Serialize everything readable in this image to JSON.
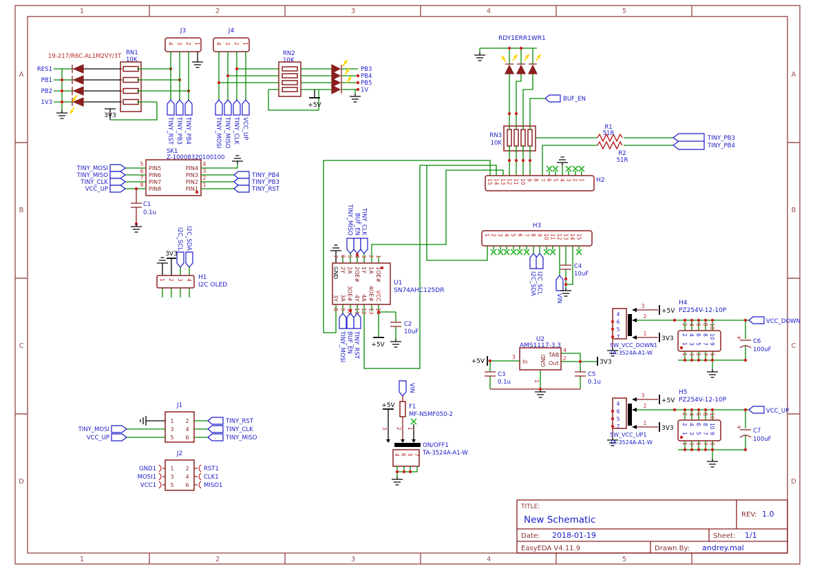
{
  "border": {
    "columns": [
      "1",
      "2",
      "3",
      "4",
      "5"
    ],
    "rows": [
      "A",
      "B",
      "C",
      "D"
    ]
  },
  "title_block": {
    "title_label": "TITLE:",
    "title": "New Schematic",
    "rev_label": "REV:",
    "rev": "1.0",
    "date_label": "Date:",
    "date": "2018-01-19",
    "sheet_label": "Sheet:",
    "sheet": "1/1",
    "software": "EasyEDA V4.11.9",
    "drawn_by_label": "Drawn By:",
    "drawn_by": "andrey.mal"
  },
  "left_leds": {
    "part": "19-217/R6C-AL1M2VY/3T",
    "rn1_ref": "RN1",
    "rn1_val": "10K",
    "nets": [
      "RES1",
      "PB1",
      "PB2",
      "1V3"
    ],
    "rail": "3V3"
  },
  "j3": {
    "ref": "J3",
    "pins": [
      "4",
      "3",
      "2",
      "1"
    ],
    "nets": [
      "TINY_RST",
      "TINY_PB3",
      "TINY_PB4"
    ]
  },
  "j4": {
    "ref": "J4",
    "pins": [
      "4",
      "3",
      "2",
      "1"
    ],
    "nets": [
      "TINY_MOSI",
      "TINY_MISO",
      "TINY_CLK",
      "VCC_UP"
    ]
  },
  "rn2": {
    "ref": "RN2",
    "val": "10K",
    "rail": "+5V",
    "nets": [
      "PB3",
      "PB4",
      "PB5",
      "1V"
    ]
  },
  "sk1": {
    "ref": "SK1",
    "val": "Z-10008320100100",
    "left_nums": [
      "5",
      "6",
      "7",
      "8"
    ],
    "left_names": [
      "PIN5",
      "PIN6",
      "PIN7",
      "PIN8"
    ],
    "right_nums": [
      "4",
      "3",
      "2",
      "1"
    ],
    "right_names": [
      "PIN4",
      "PIN3",
      "PIN2",
      "PIN1"
    ],
    "left_nets": [
      "TINY_MOSI",
      "TINY_MISO",
      "TINY_CLK",
      "VCC_UP"
    ],
    "right_nets": [
      "TINY_PB4",
      "TINY_PB3",
      "TINY_RST"
    ]
  },
  "c1": {
    "ref": "C1",
    "val": "0.1u"
  },
  "h1": {
    "ref": "H1",
    "val": "I2C OLED",
    "pins": [
      "1",
      "2",
      "3",
      "4"
    ],
    "rail": "3V3",
    "nets": [
      "I2C_SCL",
      "I2C_SDA"
    ]
  },
  "right_leds": {
    "label": "RDY1ERR1WR1",
    "rn3_ref": "RN3",
    "rn3_val": "10K",
    "buf_en": "BUF_EN",
    "r1_ref": "R1",
    "r1_val": "51R",
    "r2_ref": "R2",
    "r2_val": "51R",
    "nets": [
      "TINY_PB3",
      "TINY_PB4"
    ]
  },
  "h2": {
    "ref": "H2",
    "pins": [
      "15",
      "14",
      "13",
      "12",
      "11",
      "10",
      "9",
      "8",
      "7",
      "6",
      "5",
      "4",
      "3",
      "2",
      "1"
    ]
  },
  "h3": {
    "ref": "H3",
    "pins": [
      "1",
      "2",
      "3",
      "4",
      "5",
      "6",
      "7",
      "8",
      "9",
      "10",
      "11",
      "12",
      "13",
      "14",
      "15"
    ],
    "nets": [
      "I2C_SDA",
      "I2C_SCL"
    ],
    "vin": "VIN",
    "c4_ref": "C4",
    "c4_val": "10uF"
  },
  "u1": {
    "ref": "U1",
    "val": "SN74AHC125DR",
    "top_nums": [
      "7",
      "6",
      "5",
      "4",
      "3",
      "2",
      "1"
    ],
    "gnd": "GND",
    "top_names": [
      "2Y",
      "2A",
      "2OE#",
      "1Y",
      "1A",
      "1OE#"
    ],
    "bot_nums": [
      "8",
      "9",
      "10",
      "11",
      "12",
      "13",
      "14"
    ],
    "bot_names": [
      "3Y",
      "3A",
      "3OE#",
      "4Y",
      "4A",
      "4OE#"
    ],
    "vcc": "VCC",
    "top_nets": [
      "TINY_MISO",
      "BUF_EN",
      "TINY_CLK"
    ],
    "bot_nets": [
      "TINY_MOSI",
      "BUF_EN",
      "TINY_RST"
    ],
    "rail": "+5V",
    "c2_ref": "C2",
    "c2_val": "10uF"
  },
  "u2": {
    "ref": "U2",
    "val": "AMS1117-3.3",
    "in": "In",
    "gnd": "GND",
    "tab": "TAB",
    "out": "Out",
    "n_in": "3",
    "n_gnd": "1",
    "n_tab": "4",
    "n_out": "2",
    "rail_in": "+5V",
    "rail_out": "3V3",
    "c3_ref": "C3",
    "c3_val": "0.1u",
    "c5_ref": "C5",
    "c5_val": "0.1u"
  },
  "f1": {
    "ref": "F1",
    "val": "MF-NSMF050-2",
    "vin": "VIN",
    "rail": "+5V",
    "sw_ref": "ON/OFF1",
    "sw_val": "TA-3524A-A1-W",
    "top_pins": [
      "3",
      "2",
      "1"
    ],
    "bot_pins": [
      "4",
      "6",
      "5",
      "7"
    ]
  },
  "vcc_down": {
    "sw_ref": "SW_VCC_DOWN1",
    "sw_val": "TA-3524A-A1-W",
    "sw_pins": [
      "4",
      "6",
      "5",
      "7"
    ],
    "p3": "3",
    "p2": "2",
    "p1": "1",
    "rail5": "+5V",
    "rail3": "3V3",
    "h_ref": "H4",
    "h_val": "PZ254V-12-10P",
    "row_top": [
      "2",
      "4",
      "6",
      "8",
      "10"
    ],
    "row_bot": [
      "1",
      "3",
      "5",
      "7",
      "9"
    ],
    "cap_ref": "C6",
    "cap_val": "100uF",
    "plus": "+",
    "net": "VCC_DOWN"
  },
  "vcc_up": {
    "sw_ref": "SW_VCC_UP1",
    "sw_val": "TA-3524A-A1-W",
    "sw_pins": [
      "4",
      "6",
      "5",
      "7"
    ],
    "p3": "3",
    "p2": "2",
    "p1": "1",
    "rail5": "+5V",
    "rail3": "3V3",
    "h_ref": "H5",
    "h_val": "PZ254V-12-10P",
    "row_top": [
      "2",
      "4",
      "6",
      "8",
      "10"
    ],
    "row_bot": [
      "1",
      "3",
      "5",
      "7",
      "9"
    ],
    "cap_ref": "C7",
    "cap_val": "100uF",
    "plus": "+",
    "net": "VCC_UP"
  },
  "j1": {
    "ref": "J1",
    "col1": [
      "1",
      "3",
      "5"
    ],
    "col2": [
      "2",
      "4",
      "6"
    ],
    "left_nets": [
      "TINY_MOSI",
      "VCC_UP"
    ],
    "right_nets": [
      "TINY_RST",
      "TINY_CLK",
      "TINY_MISO"
    ]
  },
  "j2": {
    "ref": "J2",
    "col1": [
      "1",
      "3",
      "5"
    ],
    "col2": [
      "2",
      "4",
      "6"
    ],
    "left": [
      "GND1",
      "MOSI1",
      "VCC1"
    ],
    "right": [
      "RST1",
      "CLK1",
      "MISO1"
    ]
  }
}
